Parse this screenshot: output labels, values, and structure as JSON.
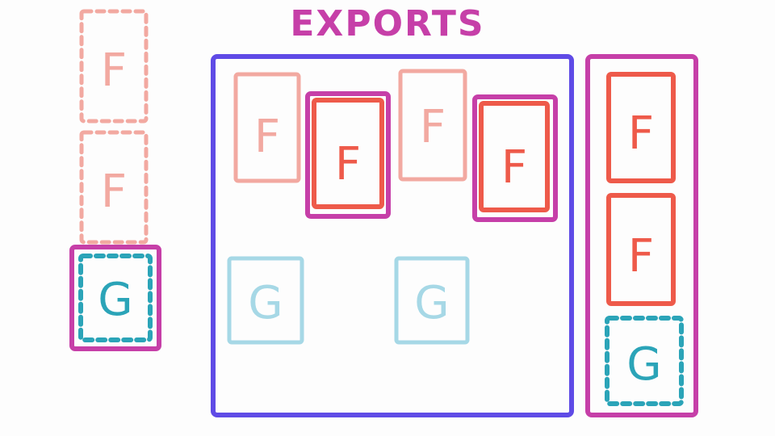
{
  "title": "EXPORTS",
  "colors": {
    "title": "#c63fa8",
    "module_frame": "#5f4be6",
    "export_frame": "#c63fa8",
    "f_light": "#f2a9a1",
    "f_strong": "#ee5a4a",
    "g_light": "#a6d8e6",
    "g_strong": "#2ba4b8"
  },
  "left_column": {
    "boxes": [
      {
        "letter": "F",
        "style": "dashed-light"
      },
      {
        "letter": "F",
        "style": "dashed-light"
      },
      {
        "letter": "G",
        "style": "dashed-strong-exported"
      }
    ]
  },
  "module": {
    "boxes": [
      {
        "letter": "F",
        "style": "light"
      },
      {
        "letter": "F",
        "style": "strong-exported"
      },
      {
        "letter": "F",
        "style": "light"
      },
      {
        "letter": "F",
        "style": "strong-exported"
      },
      {
        "letter": "G",
        "style": "light"
      },
      {
        "letter": "G",
        "style": "light"
      }
    ]
  },
  "right_column": {
    "boxes": [
      {
        "letter": "F",
        "style": "strong"
      },
      {
        "letter": "F",
        "style": "strong"
      },
      {
        "letter": "G",
        "style": "dashed-strong"
      }
    ]
  }
}
